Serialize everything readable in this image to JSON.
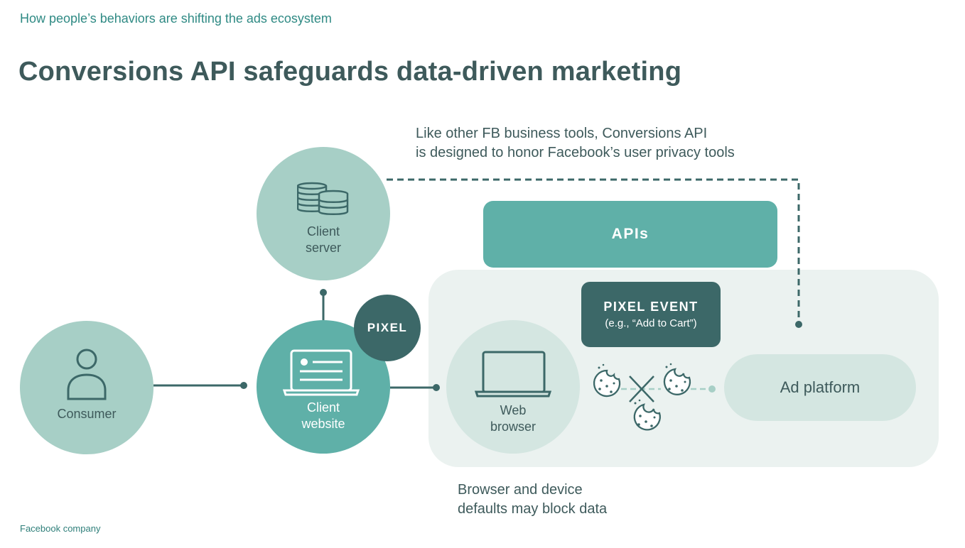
{
  "header": {
    "kicker": "How people’s behaviors are shifting the ads ecosystem",
    "title": "Conversions API safeguards data-driven marketing"
  },
  "notes": {
    "top_line1": "Like other FB business tools, Conversions API",
    "top_line2": "is designed to honor Facebook’s user privacy tools",
    "bottom_line1": "Browser and device",
    "bottom_line2": "defaults may block data"
  },
  "nodes": {
    "client_server": {
      "line1": "Client",
      "line2": "server",
      "icon": "database-icon"
    },
    "consumer": {
      "label": "Consumer",
      "icon": "person-icon"
    },
    "client_website": {
      "line1": "Client",
      "line2": "website",
      "icon": "webpage-icon"
    },
    "pixel": {
      "label": "PIXEL"
    },
    "web_browser": {
      "line1": "Web",
      "line2": "browser",
      "icon": "laptop-icon"
    },
    "apis": {
      "label": "APIs"
    },
    "pixel_event": {
      "title": "PIXEL EVENT",
      "subtitle": "(e.g., “Add to Cart”)"
    },
    "ad_platform": {
      "label": "Ad platform"
    }
  },
  "icons": [
    "database-icon",
    "person-icon",
    "webpage-icon",
    "laptop-icon",
    "cookie-icon",
    "blocked-x-icon"
  ],
  "colors": {
    "dark_teal": "#3c6868",
    "teal": "#5fb0a8",
    "light_teal": "#a7cfc6",
    "pale_teal": "#d4e6e1",
    "panel": "#ebf2f0",
    "text": "#3e5a5b"
  },
  "footer": {
    "label": "Facebook company"
  }
}
